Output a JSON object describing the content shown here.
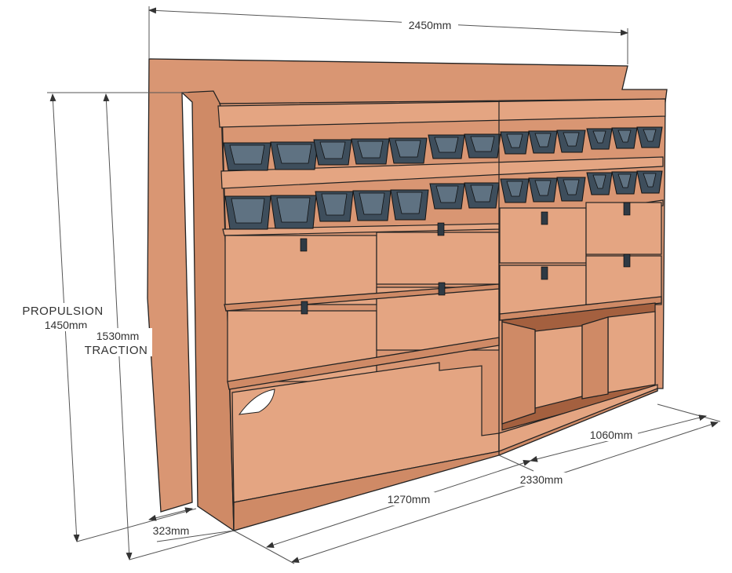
{
  "dimensions": {
    "overall_width": "2450mm",
    "height_propulsion_label": "PROPULSION",
    "height_propulsion": "1450mm",
    "height_traction": "1530mm",
    "height_traction_label": "TRACTION",
    "depth": "323mm",
    "left_section_width": "1270mm",
    "base_width": "2330mm",
    "right_section_width": "1060mm"
  },
  "colors": {
    "wood": "#d99673",
    "bins": "#3e4e5c"
  }
}
